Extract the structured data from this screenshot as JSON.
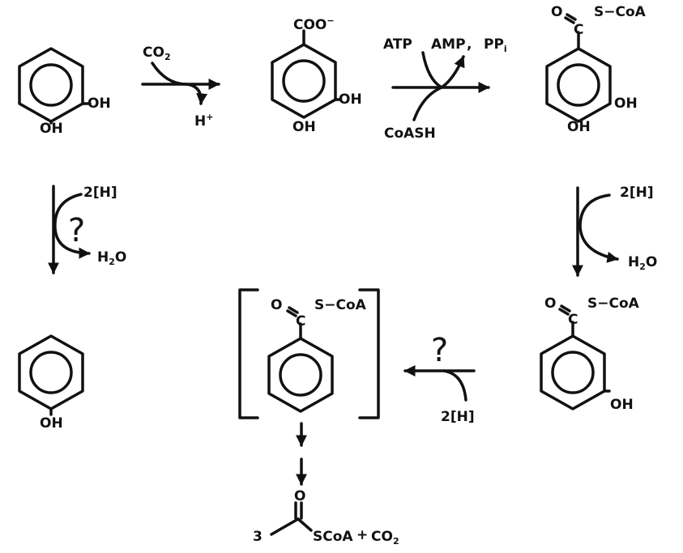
{
  "labels": {
    "co2_in": "CO",
    "co2_in_sub": "2",
    "h_plus": "H",
    "h_plus_sup": "+",
    "atp": "ATP",
    "amp": "AMP",
    "ppi": "PP",
    "ppi_sub": "i",
    "coash": "CoASH",
    "left_reductant": "2[H]",
    "left_question": "?",
    "left_water": "H",
    "left_water_sub": "2",
    "left_water_tail": "O",
    "right_reductant": "2[H]",
    "right_water": "H",
    "right_water_sub": "2",
    "right_water_tail": "O",
    "mid_question": "?",
    "mid_reductant": "2[H]",
    "final_coefficient": "3",
    "final_carbonyl_o": "O",
    "final_plus": "+",
    "final_co2": "CO",
    "final_co2_sub": "2"
  },
  "molecules": {
    "catechol": {
      "oh_meta": "OH",
      "oh_para": "OH"
    },
    "protocatechuate": {
      "carboxylate": "COO",
      "carboxylate_charge": "−",
      "oh_meta": "OH",
      "oh_para": "OH"
    },
    "protocatechuyl_coa": {
      "carbonyl_o": "O",
      "carbonyl_c": "C",
      "thioester": "S−CoA",
      "oh_meta": "OH",
      "oh_para": "OH"
    },
    "phenol": {
      "oh": "OH"
    },
    "benzoyl_coa": {
      "carbonyl_o": "O",
      "carbonyl_c": "C",
      "thioester": "S−CoA"
    },
    "hydroxybenzoyl_coa": {
      "carbonyl_o": "O",
      "carbonyl_c": "C",
      "thioester": "S−CoA",
      "oh": "OH"
    },
    "acetyl_coa": {
      "thioester": "SCoA"
    }
  }
}
